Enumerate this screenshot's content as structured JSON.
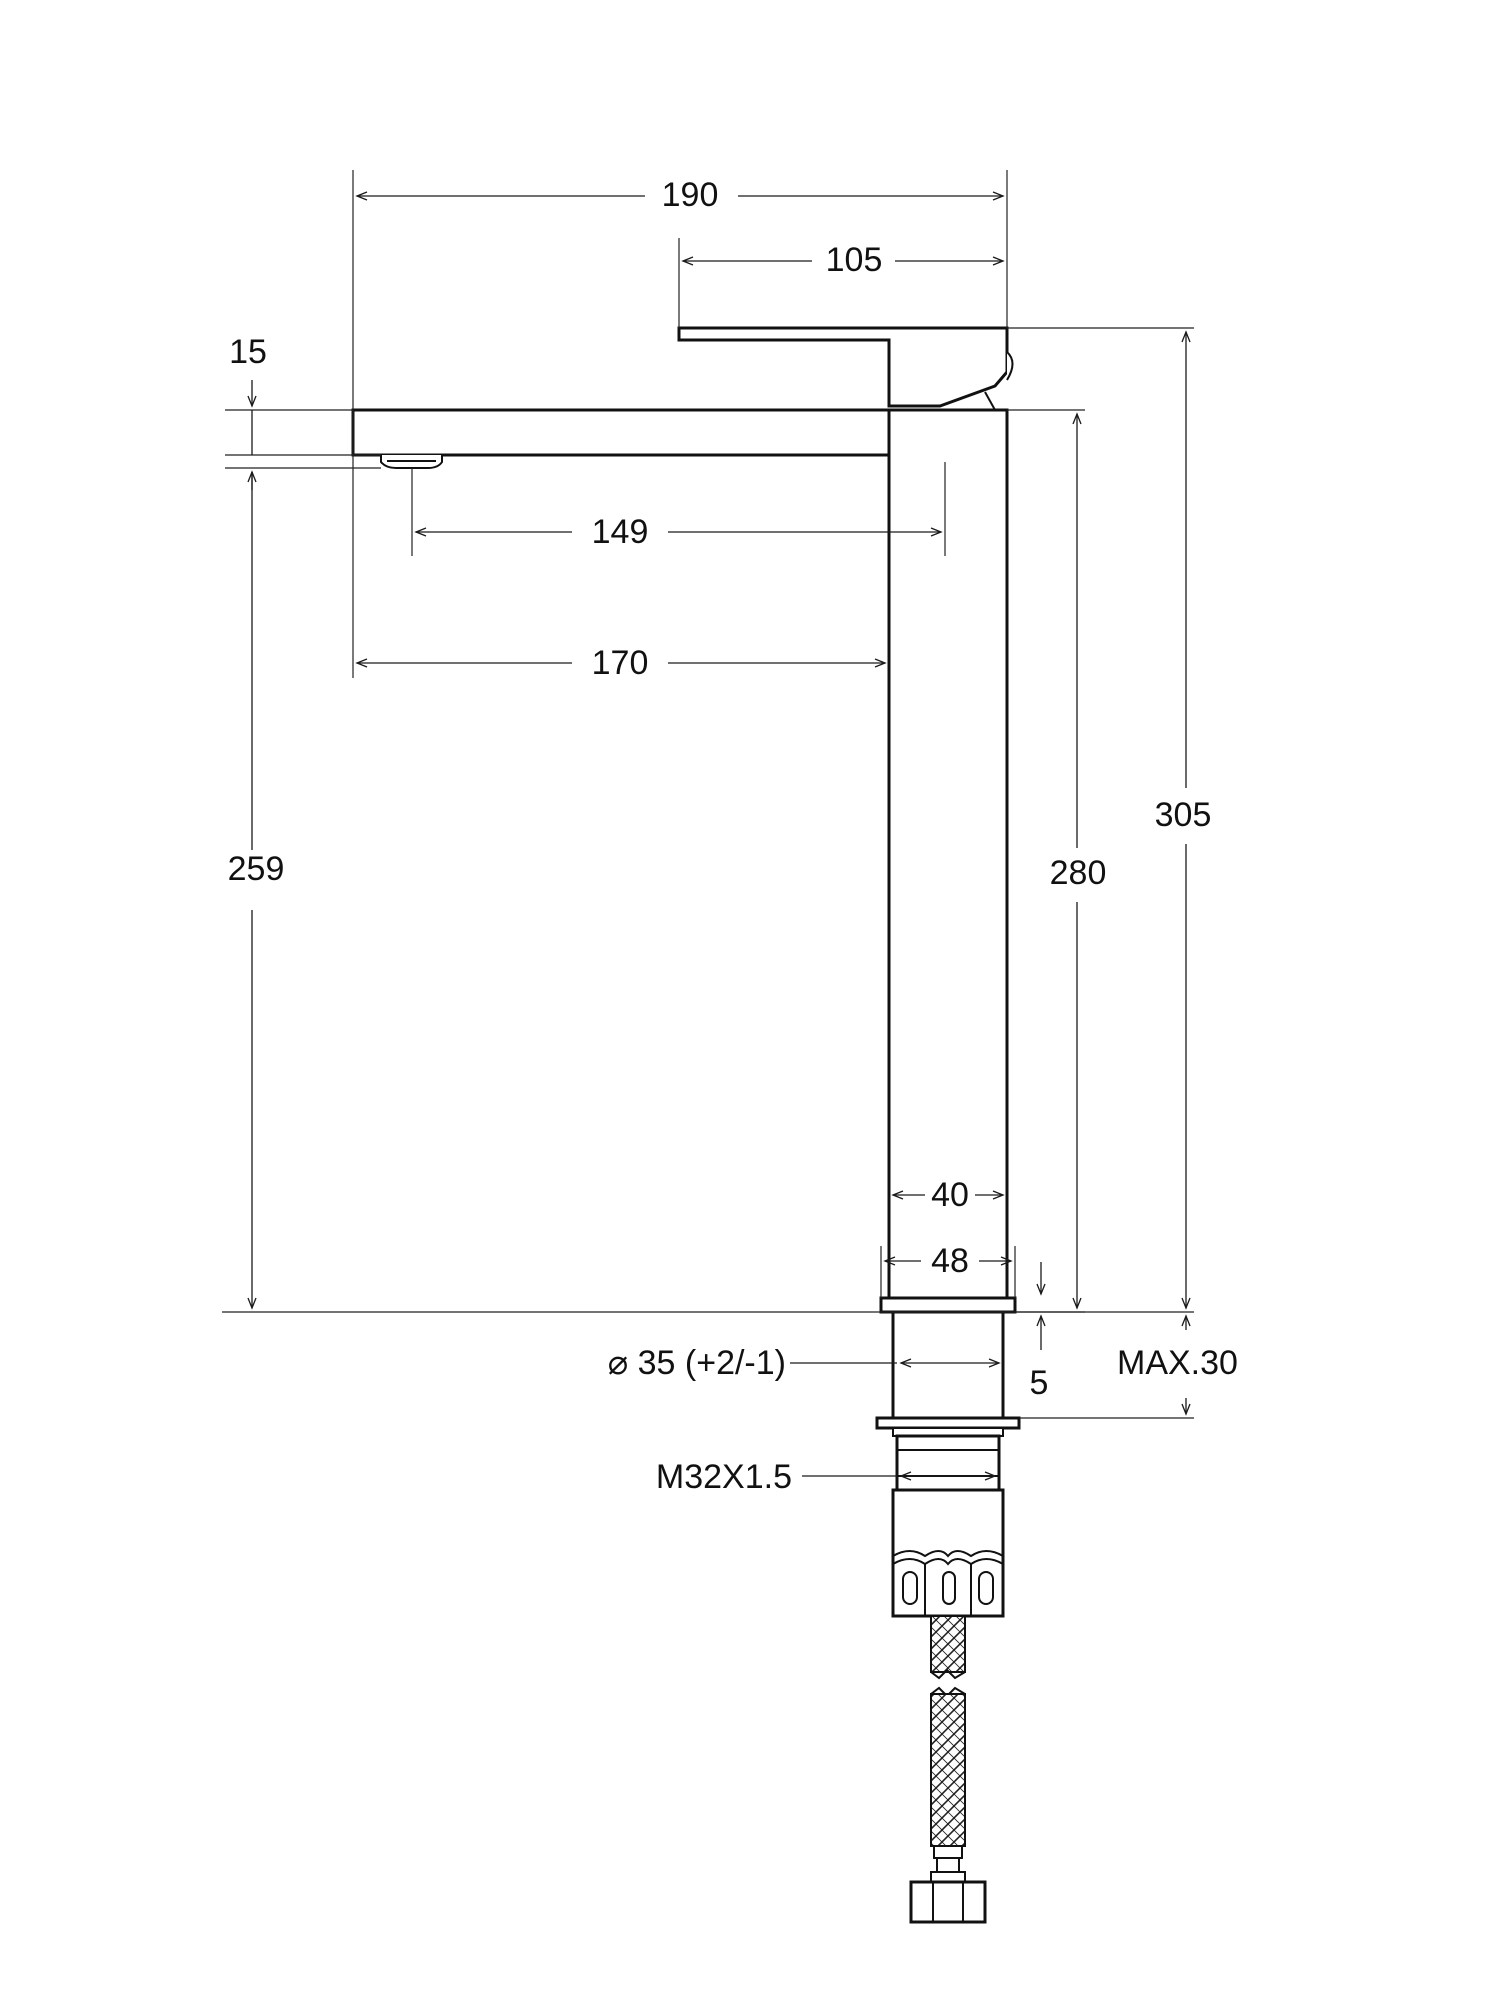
{
  "dimensions": {
    "overall_length": "190",
    "handle_length": "105",
    "spout_thickness": "15",
    "aerator_reach": "149",
    "spout_reach": "170",
    "spout_height": "259",
    "body_height": "280",
    "overall_height": "305",
    "body_width": "40",
    "base_width": "48",
    "hole_diameter": "⌀ 35 (+2/-1)",
    "base_thickness": "5",
    "max_counter": "MAX.30",
    "thread": "M32X1.5"
  }
}
